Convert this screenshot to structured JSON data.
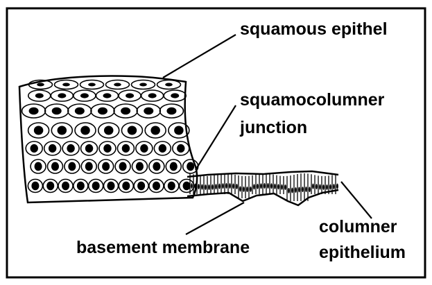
{
  "labels": {
    "squamous": "squamous epithel",
    "junction_line1": "squamocolumner",
    "junction_line2": "junction",
    "basement": "basement membrane",
    "columnar_line1": "columner",
    "columnar_line2": "epithelium"
  },
  "colors": {
    "ink": "#000000",
    "paper": "#ffffff"
  }
}
